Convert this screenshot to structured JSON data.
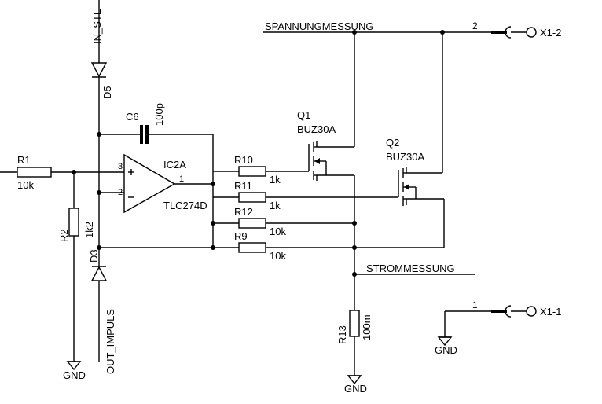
{
  "components": {
    "R1": {
      "ref": "R1",
      "value": "10k"
    },
    "R2": {
      "ref": "R2",
      "value": "1k2"
    },
    "R9": {
      "ref": "R9",
      "value": "10k"
    },
    "R10": {
      "ref": "R10",
      "value": "1k"
    },
    "R11": {
      "ref": "R11",
      "value": "1k"
    },
    "R12": {
      "ref": "R12",
      "value": "10k"
    },
    "R13": {
      "ref": "R13",
      "value": "100m"
    },
    "C6": {
      "ref": "C6",
      "value": "100p"
    },
    "D3": {
      "ref": "D3"
    },
    "D5": {
      "ref": "D5"
    },
    "IC2A": {
      "ref": "IC2A",
      "value": "TLC274D",
      "pin_plus": "3",
      "pin_minus": "2",
      "pin_out": "1"
    },
    "Q1": {
      "ref": "Q1",
      "value": "BUZ30A"
    },
    "Q2": {
      "ref": "Q2",
      "value": "BUZ30A"
    }
  },
  "nets": {
    "in_step": "IN_STE",
    "out_impuls": "OUT_IMPULS",
    "spannung": "SPANNUNGMESSUNG",
    "strom": "STROMMESSUNG"
  },
  "connectors": {
    "x1_2": {
      "label": "X1-2",
      "pin": "2"
    },
    "x1_1": {
      "label": "X1-1",
      "pin": "1"
    }
  },
  "gnd_label": "GND"
}
